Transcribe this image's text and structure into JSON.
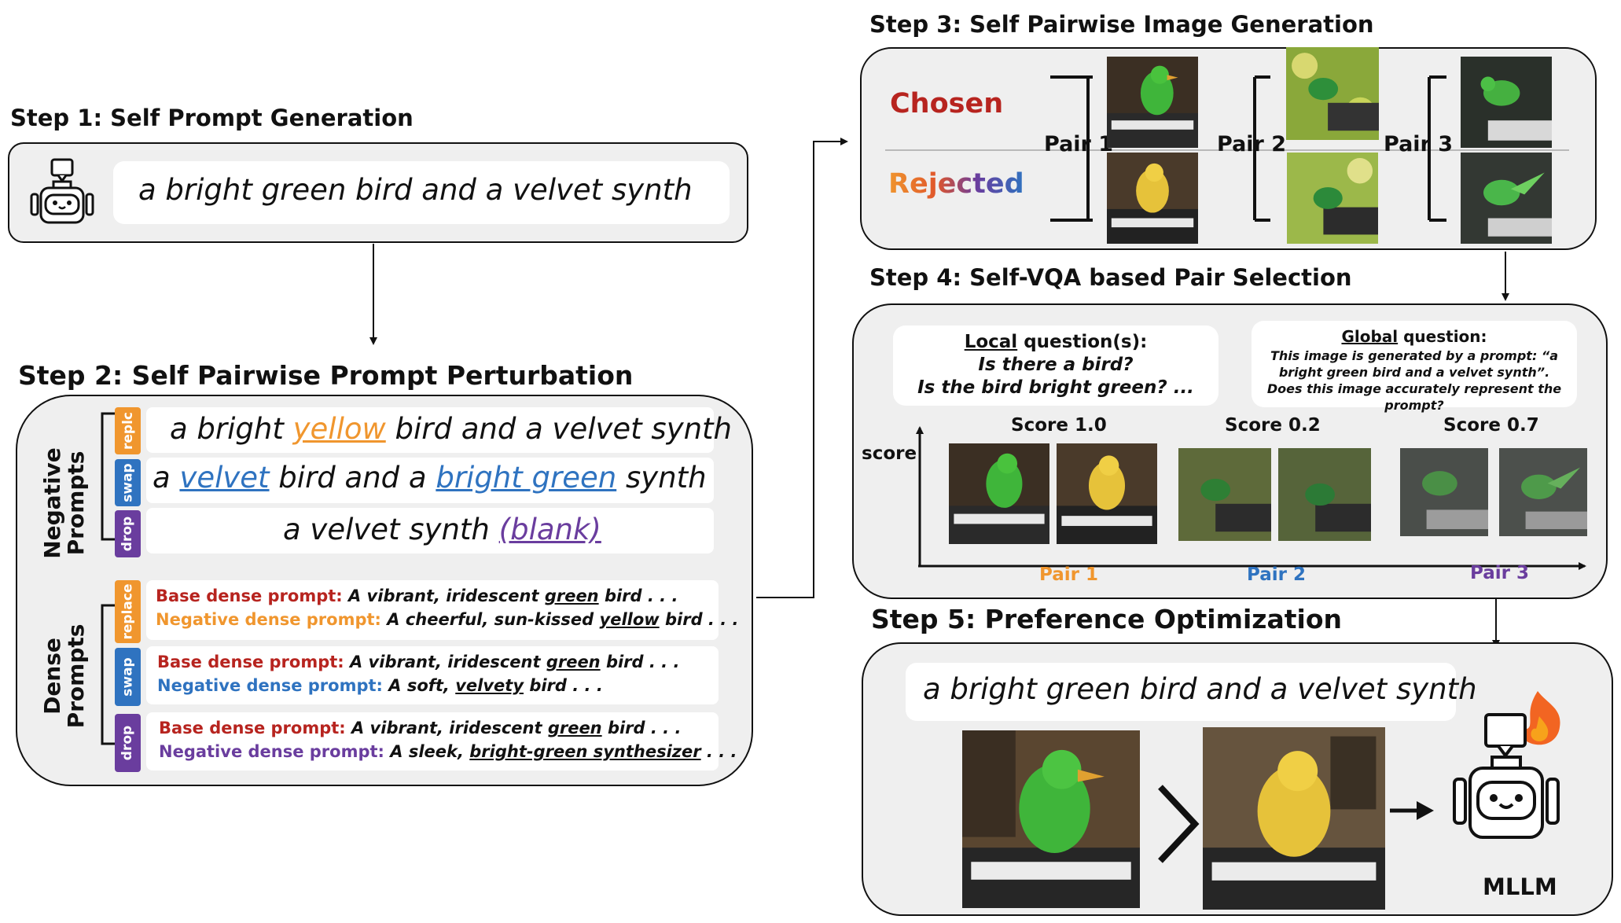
{
  "step1": {
    "title": "Step 1: Self Prompt Generation",
    "prompt": "a bright green bird and a velvet synth"
  },
  "step2": {
    "title": "Step 2: Self Pairwise Prompt Perturbation",
    "negative_label_1": "Negative",
    "negative_label_2": "Prompts",
    "dense_label_1": "Dense",
    "dense_label_2": "Prompts",
    "negative_prompts": [
      {
        "tag": "replc",
        "parts": [
          "a bright ",
          "yellow",
          " bird and a velvet synth"
        ]
      },
      {
        "tag": "swap",
        "parts": [
          "a ",
          "velvet",
          " bird and a ",
          "bright green",
          " synth"
        ]
      },
      {
        "tag": "drop",
        "parts": [
          "a velvet synth ",
          "(blank)"
        ]
      }
    ],
    "dense_prompts": [
      {
        "tag": "replace",
        "base_label": "Base dense prompt:",
        "base_pre": " A vibrant, iridescent ",
        "base_u": "green",
        "base_post": " bird . . .",
        "neg_label": "Negative dense prompt:",
        "neg_pre": " A cheerful, sun-kissed ",
        "neg_u": "yellow",
        "neg_post": " bird . . ."
      },
      {
        "tag": "swap",
        "base_label": "Base dense prompt:",
        "base_pre": " A vibrant, iridescent ",
        "base_u": "green",
        "base_post": " bird . . .",
        "neg_label": "Negative dense prompt:",
        "neg_pre": " A soft, ",
        "neg_u": "velvety",
        "neg_post": " bird . . ."
      },
      {
        "tag": "drop",
        "base_label": "Base dense prompt:",
        "base_pre": " A vibrant, iridescent ",
        "base_u": "green",
        "base_post": " bird . . .",
        "neg_label": "Negative dense prompt:",
        "neg_pre": " A sleek, ",
        "neg_u": "bright-green synthesizer",
        "neg_post": " . . ."
      }
    ]
  },
  "step3": {
    "title": "Step 3: Self Pairwise Image Generation",
    "chosen": "Chosen",
    "rejected": "Rejected",
    "pairs": [
      "Pair 1",
      "Pair 2",
      "Pair 3"
    ]
  },
  "step4": {
    "title": "Step 4: Self-VQA based Pair Selection",
    "local_q_head_u": "Local",
    "local_q_head_rest": " question(s):",
    "local_q1": "Is there a bird?",
    "local_q2": "Is the bird bright green?  ...",
    "global_q_head_u": "Global",
    "global_q_head_rest": " question:",
    "global_q_text": "This image is generated by a prompt: “a bright green bird and a velvet synth”. Does this image accurately represent the prompt?",
    "y_axis": "score",
    "scores": [
      "Score 1.0",
      "Score 0.2",
      "Score 0.7"
    ],
    "pairs": [
      "Pair 1",
      "Pair 2",
      "Pair 3"
    ]
  },
  "step5": {
    "title": "Step 5: Preference Optimization",
    "prompt": "a bright green bird and a velvet synth",
    "model_label": "MLLM"
  },
  "colors": {
    "chosen": "#b7241f",
    "replace": "#f0962e",
    "swap": "#2f73c0",
    "drop": "#6a3d9e",
    "base": "#b7241f",
    "panel_bg": "#efefef"
  },
  "icons": [
    "robot-icon",
    "fire-icon",
    "speech-bubble-icon",
    "greater-than-icon",
    "arrow-right-icon"
  ]
}
